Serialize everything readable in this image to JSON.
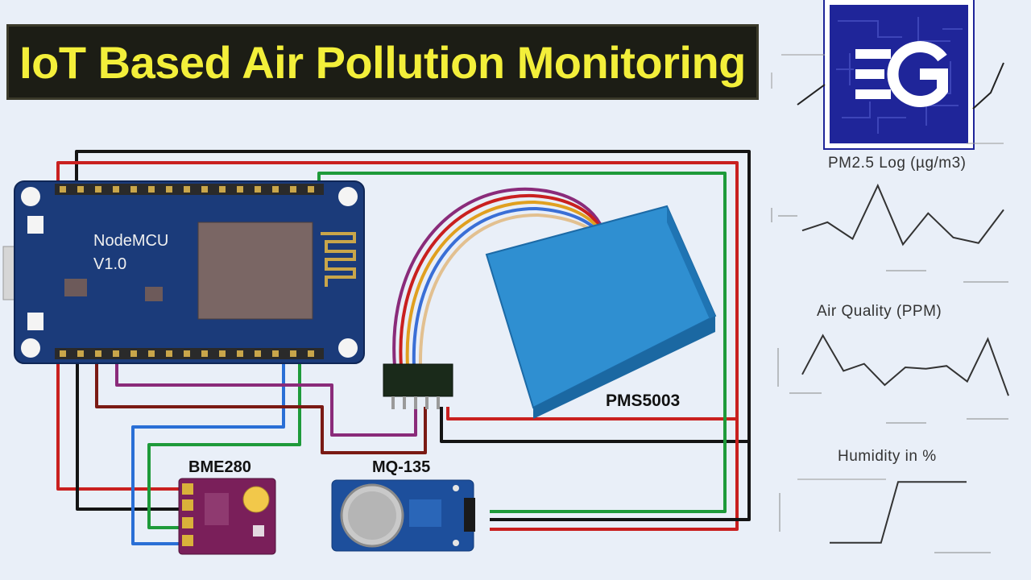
{
  "title": "IoT Based Air Pollution Monitoring",
  "logo": {
    "text": "EG",
    "color": "#1f2599"
  },
  "board": {
    "name_line1": "NodeMCU",
    "name_line2": "V1.0",
    "color": "#1b3b7a"
  },
  "sensors": {
    "pm_sensor": {
      "label": "PMS5003",
      "color": "#2f8fd1"
    },
    "bme": {
      "label": "BME280",
      "color": "#7a1f5a"
    },
    "mq": {
      "label": "MQ-135",
      "color": "#1d4f9c"
    }
  },
  "graphs": [
    {
      "label": "PM2.5 Log (µg/m3)",
      "values": [
        0.3,
        0.42,
        0.18,
        0.95,
        0.1,
        0.55,
        0.2,
        0.12,
        0.6
      ]
    },
    {
      "label": "Air Quality (PPM)",
      "values": [
        0.4,
        0.95,
        0.45,
        0.55,
        0.25,
        0.5,
        0.48,
        0.52,
        0.3,
        0.9,
        0.1
      ]
    },
    {
      "label": "Humidity in %",
      "values": [
        0.05,
        0.05,
        0.05,
        0.05,
        0.95,
        0.95,
        0.95,
        0.95,
        0.95
      ]
    }
  ],
  "wire_colors": {
    "red": "#c9201f",
    "black": "#141414",
    "green": "#1e9a3a",
    "blue": "#2a6fd6",
    "purple": "#8a2b7a",
    "maroon": "#7a1a14"
  }
}
